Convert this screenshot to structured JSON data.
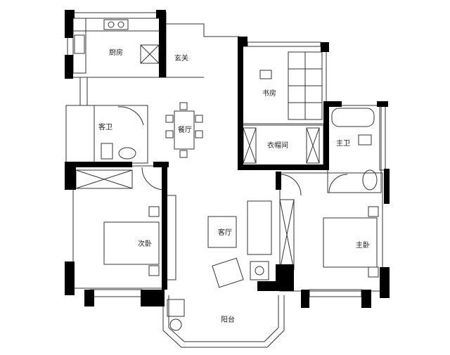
{
  "rooms": {
    "kitchen": "厨房",
    "entry": "玄关",
    "study": "书房",
    "dining": "餐厅",
    "guest_bath": "客卫",
    "closet": "衣帽间",
    "master_bath": "主卫",
    "second_bedroom": "次卧",
    "living_room": "客厅",
    "master_bedroom": "主卧",
    "balcony": "阳台"
  },
  "colors": {
    "wall": "#000000",
    "line": "#333333",
    "background": "#ffffff"
  }
}
